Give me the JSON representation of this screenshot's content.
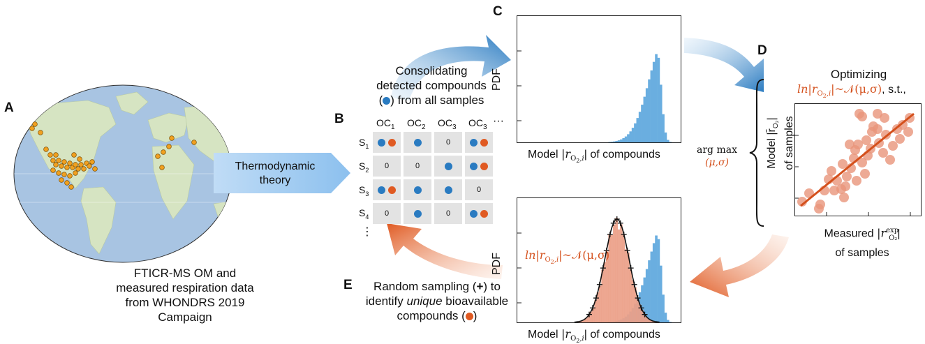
{
  "panel_labels": {
    "a": "A",
    "b": "B",
    "c": "C",
    "d": "D",
    "e": "E"
  },
  "panel_a": {
    "caption_lines": [
      "FTICR-MS OM and",
      "measured respiration data",
      "from WHONDRS 2019",
      "Campaign"
    ]
  },
  "theory_arrow": {
    "line1": "Thermodynamic",
    "line2": "theory"
  },
  "consolidating": {
    "line1": "Consolidating",
    "line2": "detected compounds",
    "line3": ") from all samples",
    "open_paren": "("
  },
  "table": {
    "columns": [
      "OC",
      "OC",
      "OC",
      "OC"
    ],
    "column_subs": [
      "1",
      "2",
      "3",
      "3"
    ],
    "ellipsis_h": "···",
    "ellipsis_v": "⋮",
    "rows": [
      {
        "label": "S",
        "sub": "1",
        "cells": [
          "bo",
          "b",
          "0",
          "bo"
        ]
      },
      {
        "label": "S",
        "sub": "2",
        "cells": [
          "0",
          "0",
          "b",
          "bo"
        ]
      },
      {
        "label": "S",
        "sub": "3",
        "cells": [
          "bo",
          "b",
          "b",
          "0"
        ]
      },
      {
        "label": "S",
        "sub": "4",
        "cells": [
          "0",
          "b",
          "0",
          "bo"
        ]
      }
    ]
  },
  "panel_c": {
    "ylabel": "PDF",
    "xlabel_pre": "Model ",
    "xlabel_math": "|r",
    "xlabel_sub": "O",
    "xlabel_sub2": "2",
    "xlabel_i": ",i",
    "xlabel_post": "| of compounds"
  },
  "panel_e_plot": {
    "ylabel": "PDF",
    "dist_label": "ln|r",
    "dist_sub": "O",
    "dist_sub2": "2",
    "dist_i": ",i",
    "dist_post": "|~𝒩(μ,σ)",
    "xlabel_pre": "Model ",
    "xlabel_math": "|r",
    "xlabel_sub": "O",
    "xlabel_sub2": "2",
    "xlabel_i": ",i",
    "xlabel_post": "| of compounds"
  },
  "argmax": {
    "line1": "arg max",
    "line2": "(μ,σ)"
  },
  "panel_d": {
    "title": "Optimizing",
    "cond_pre": "ln|r",
    "cond_sub": "O",
    "cond_sub2": "2",
    "cond_i": ",i",
    "cond_post": "|~𝒩(μ,σ)",
    "cond_tail": ", s.t.,",
    "ylabel1": "Model |r̄",
    "ylabel_sub": "O₂",
    "ylabel1_end": "|",
    "ylabel2": "of samples",
    "xlabel1_pre": "Measured ",
    "xlabel1_math": "|r",
    "xlabel1_sup": "exp",
    "xlabel1_sub": "O₂",
    "xlabel1_end": "|",
    "xlabel2": "of samples"
  },
  "panel_e": {
    "line1": "Random sampling (",
    "plus": "+",
    "line1_end": ") to",
    "line2_pre": "identify ",
    "line2_em": "unique",
    "line2_post": " bioavailable",
    "line3_pre": "compounds (",
    "line3_end": ")"
  },
  "colors": {
    "blue": "#2a7bc1",
    "orange": "#e05a22",
    "hist_blue": "#6aaee0",
    "hist_orange": "#eba088",
    "scatter": "#e8957a",
    "fit": "#d4501c",
    "ocean": "#a8c4e2",
    "land": "#cfe0b5"
  }
}
